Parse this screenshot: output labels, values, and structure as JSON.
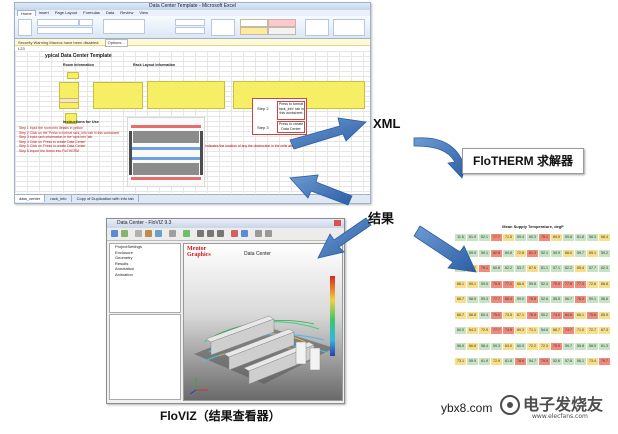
{
  "labels": {
    "xml": "XML",
    "result": "结果",
    "flotherm": "FloTHERM 求解器",
    "floviz": "FloVIZ（结果查看器）"
  },
  "excel": {
    "title": "Data Center Template - Microsoft Excel",
    "ribbon_tabs": [
      "Home",
      "Insert",
      "Page Layout",
      "Formulas",
      "Data",
      "Review",
      "View"
    ],
    "security_warning": "Security Warning  Macros have been disabled.",
    "security_options": "Options...",
    "cell_ref": "L23",
    "sheet_title": "ypical Data Center Template",
    "room_info_label": "Room Information",
    "rack_layout_label": "Rack Layout Information",
    "step2_text": "Step 2",
    "step3_text": "Step 3",
    "step2_button": "Press to format 'rack_info' tab in this worksheet",
    "step3_button": "Press to create Data Center",
    "instructions_title": "Instructions for Use",
    "instructions": [
      "Step 1  Input the room info details in yellow",
      "Step 2  Click on the 'Press to format rack_info' tab in this worksheet",
      "Step 3  Input rack information in the 'rack info' tab",
      "Step 4  Click on 'Press to create Data Center'",
      "Step 5  Click on 'Press to create Data Center'",
      "Step 6  Import the floxml into FloTHERM"
    ],
    "note": "Indicates the location of any the obstruction in the cells above",
    "sheet_tabs": [
      "data_center",
      "rack_info",
      "Copy of Duplication with info tab"
    ]
  },
  "floviz": {
    "title": "Data Center - FloVIZ 9.3",
    "tree_items": [
      "ProjectSettings",
      "Enclosure",
      "Geometry",
      "Results",
      "Annotation",
      "Animation"
    ],
    "logo_line1": "Mentor",
    "logo_line2": "Graphics",
    "viewport_title": "Data Center"
  },
  "results": {
    "title": "Mean Supply Temperature, degF",
    "rows": [
      [
        "11.6",
        "61.9",
        "62.1",
        "77.7",
        "71.5",
        "59.4",
        "60.3",
        "75.1",
        "69.5",
        "59.8",
        "61.8",
        "58.3",
        "68.4"
      ],
      [
        "73.1",
        "59.9",
        "59.1",
        "82.6",
        "60.8",
        "72.8",
        "81.3",
        "52.1",
        "59.9",
        "68.0",
        "59.7",
        "69.1",
        "59.2"
      ],
      [
        "60.9",
        "70.7",
        "79.1",
        "60.8",
        "62.2",
        "53.7",
        "67.6",
        "61.1",
        "57.1",
        "62.2",
        "65.4",
        "57.7",
        "62.3"
      ],
      [
        "68.1",
        "69.1",
        "59.0",
        "75.9",
        "77.1",
        "66.6",
        "59.8",
        "52.4",
        "79.9",
        "77.8",
        "77.3",
        "72.6",
        "66.8"
      ],
      [
        "66.7",
        "58.9",
        "59.3",
        "77.7",
        "80.4",
        "59.0",
        "75.8",
        "52.6",
        "55.5",
        "56.7",
        "76.2",
        "59.1",
        "56.6"
      ],
      [
        "66.7",
        "68.8",
        "60.4",
        "75.9",
        "73.5",
        "67.1",
        "75.9",
        "55.2",
        "74.0",
        "84.6",
        "66.1",
        "75.6",
        "65.9"
      ],
      [
        "60.0",
        "64.3",
        "72.9",
        "77.7",
        "74.5",
        "69.3",
        "71.1",
        "54.6",
        "68.7",
        "74.7",
        "71.0",
        "72.7",
        "67.3"
      ],
      [
        "56.0",
        "66.8",
        "58.4",
        "59.3",
        "63.0",
        "60.9",
        "72.2",
        "72.3",
        "75.9",
        "59.7",
        "55.8",
        "58.5",
        "61.3"
      ],
      [
        "73.1",
        "59.9",
        "61.9",
        "72.9",
        "61.8",
        "78.6",
        "54.7",
        "79.5",
        "52.6",
        "57.6",
        "56.1",
        "73.4",
        "79.7"
      ]
    ]
  },
  "watermark": {
    "url_left": "ybx8.com",
    "brand": "电子发烧友",
    "url_small": "www.elecfans.com"
  },
  "colors": {
    "arrow_blue": "#3a6fb4",
    "excel_yellow": "#f6ef66",
    "heat_hot": "#f08a7a",
    "heat_warm": "#f7df8a",
    "heat_cool": "#c7e3c4"
  }
}
